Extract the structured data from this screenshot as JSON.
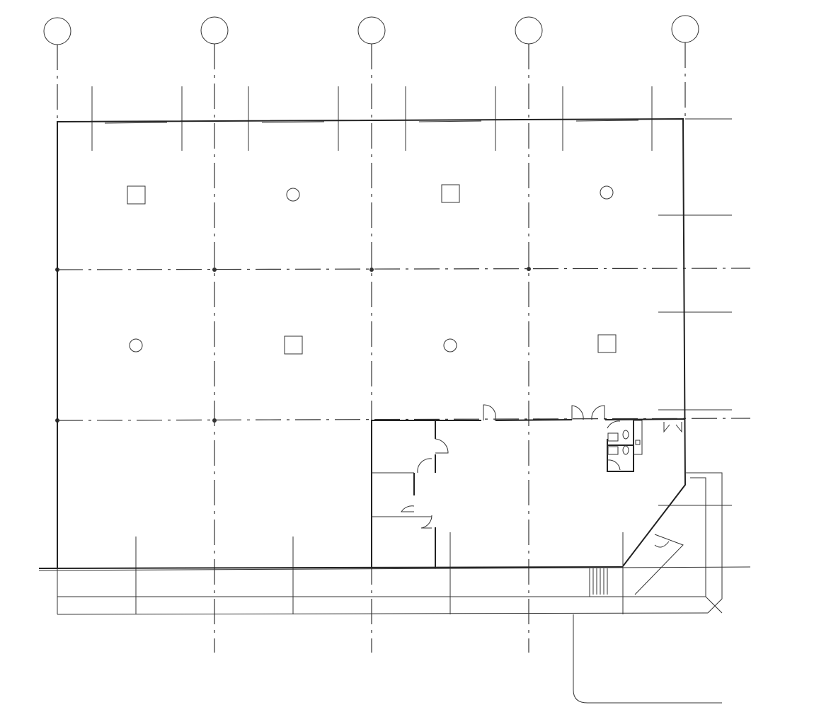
{
  "drawing": {
    "type": "architectural floor plan",
    "grid_columns": 5,
    "grid_rows_shown": 2,
    "colors": {
      "line": "#222222",
      "background": "#ffffff"
    }
  }
}
